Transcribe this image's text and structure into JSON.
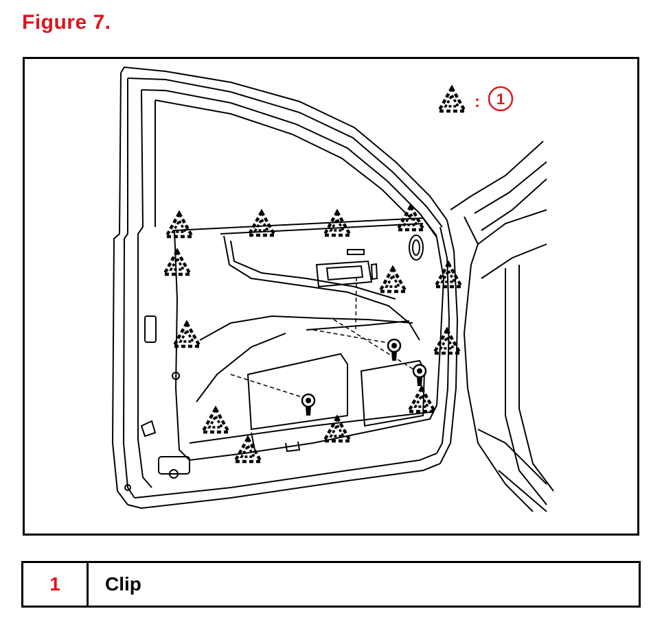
{
  "figure": {
    "title": "Figure 7."
  },
  "diagram": {
    "legend_callout": {
      "symbol": "clip-triangle-icon",
      "separator": ":",
      "number": "1"
    },
    "colors": {
      "accent": "#e0141e",
      "line": "#000000"
    }
  },
  "legend_table": {
    "rows": [
      {
        "number": "1",
        "label": "Clip"
      }
    ]
  }
}
